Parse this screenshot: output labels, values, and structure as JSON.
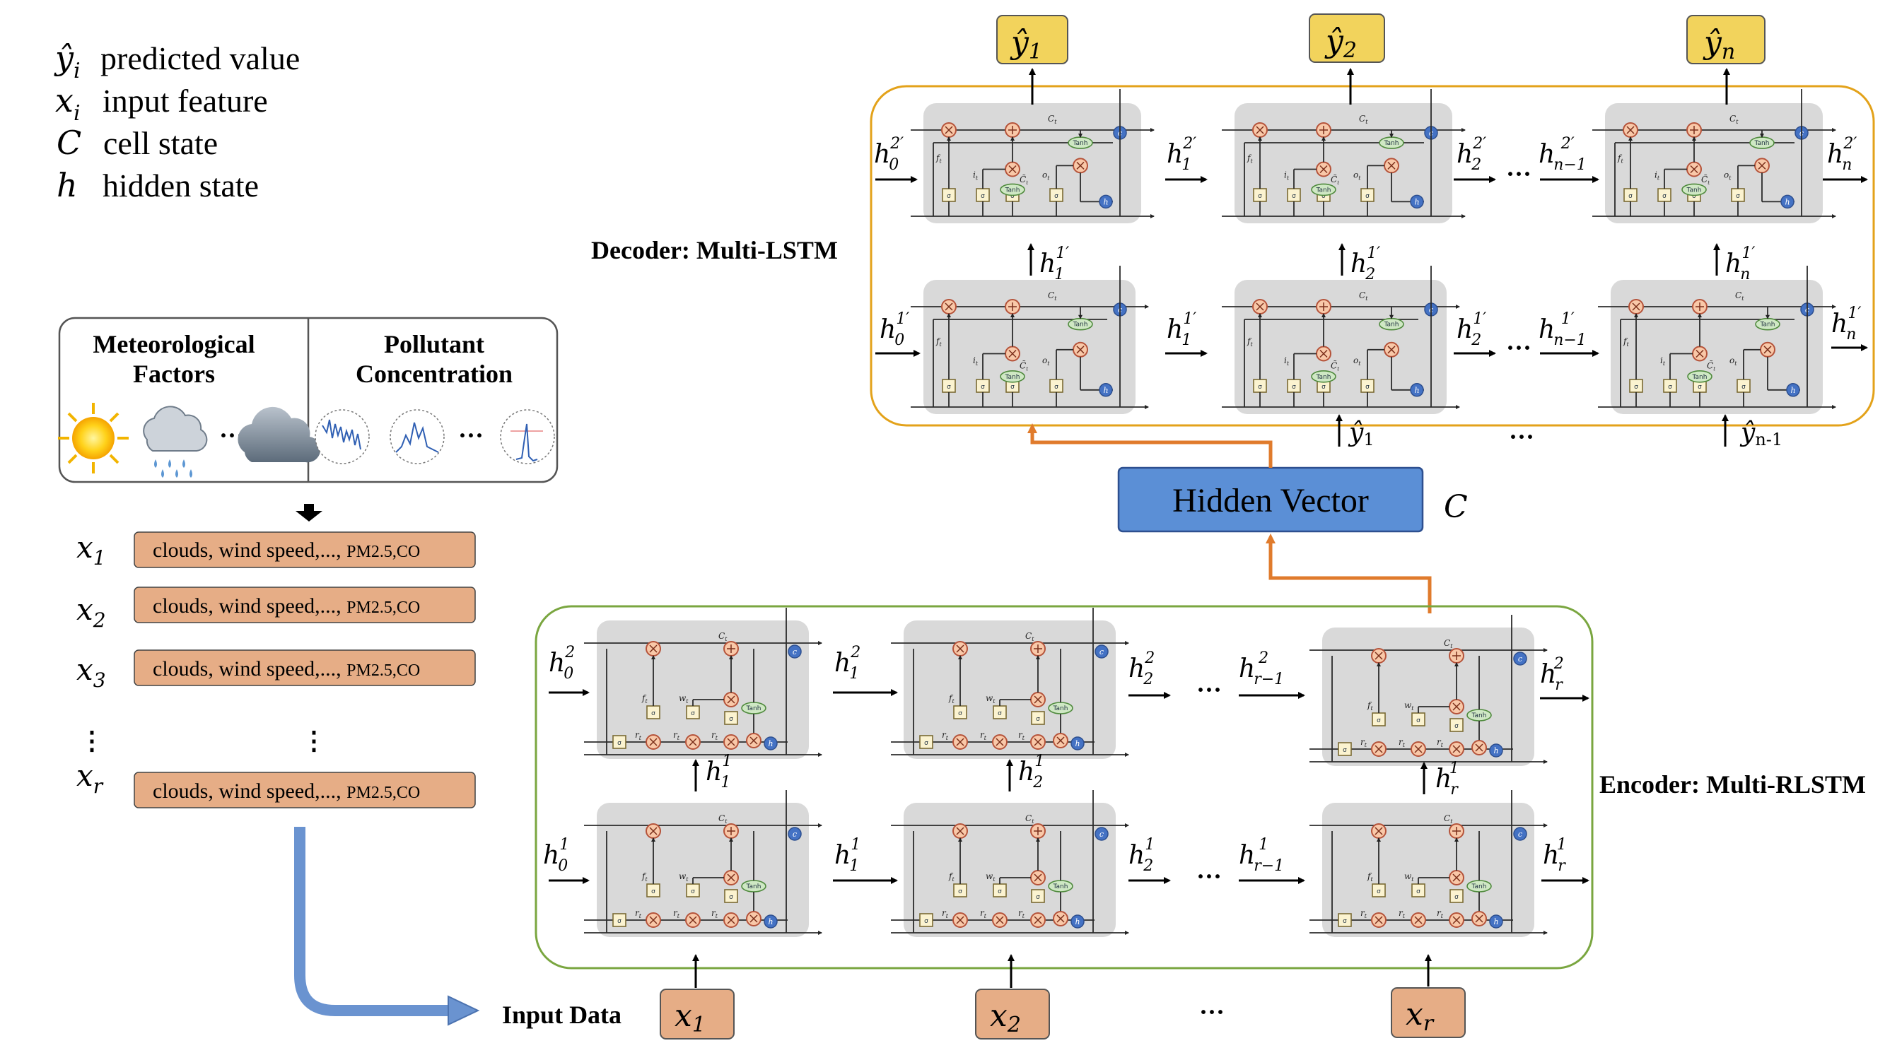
{
  "legend": {
    "items": [
      {
        "symbol": "ŷ",
        "sub": "i",
        "text": "predicted value"
      },
      {
        "symbol": "x",
        "sub": "i",
        "text": "input feature"
      },
      {
        "symbol": "C",
        "sub": "",
        "text": "cell state"
      },
      {
        "symbol": "h",
        "sub": "",
        "text": "hidden state"
      }
    ]
  },
  "sources": {
    "meteo_title_1": "Meteorological",
    "meteo_title_2": "Factors",
    "poll_title_1": "Pollutant",
    "poll_title_2": "Concentration",
    "ellipsis": "···"
  },
  "inputs": {
    "rows": [
      {
        "label": "x",
        "sub": "1",
        "text": "clouds, wind speed,..., ",
        "small": "PM2.5,CO"
      },
      {
        "label": "x",
        "sub": "2",
        "text": "clouds, wind speed,..., ",
        "small": "PM2.5,CO"
      },
      {
        "label": "x",
        "sub": "3",
        "text": "clouds, wind speed,..., ",
        "small": "PM2.5,CO"
      },
      {
        "label": "x",
        "sub": "r",
        "text": "clouds, wind speed,..., ",
        "small": "PM2.5,CO"
      }
    ],
    "vdots": "⋮"
  },
  "decoder": {
    "label": "Decoder: Multi-LSTM",
    "outputs": [
      {
        "sym": "ŷ",
        "sub": "1"
      },
      {
        "sym": "ŷ",
        "sub": "2"
      },
      {
        "sym": "ŷ",
        "sub": "n"
      }
    ],
    "feed_in": [
      {
        "sym": "ŷ",
        "sub": "1"
      },
      {
        "sym": "ŷ",
        "sub": "n-1"
      }
    ],
    "ellipsis": "···"
  },
  "hidden_vector": {
    "label": "Hidden Vector",
    "symbol": "C"
  },
  "encoder": {
    "label": "Encoder: Multi-RLSTM",
    "input_label": "Input Data",
    "inputs": [
      {
        "sym": "x",
        "sub": "1"
      },
      {
        "sym": "x",
        "sub": "2"
      },
      {
        "sym": "x",
        "sub": "r"
      }
    ],
    "ellipsis": "···"
  },
  "cell_labels": {
    "ct": "C",
    "ft": "f",
    "it": "i",
    "ot": "o",
    "ctil": "C̃",
    "wt": "w",
    "rt": "r",
    "sigma": "σ",
    "tanh": "Tanh",
    "c": "c",
    "h": "h",
    "t": "t"
  },
  "colors": {
    "output_fill": "#f2d35c",
    "input_fill": "#e6ad86",
    "hidden_fill": "#5b8fd6",
    "decoder_border": "#e3a21a",
    "encoder_border": "#7aa640",
    "orange_arrow": "#e07b2c",
    "blue_arrow": "#6a93d0"
  }
}
